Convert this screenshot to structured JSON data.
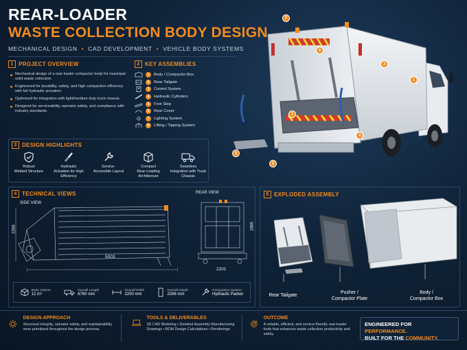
{
  "header": {
    "title_line1": "REAR-LOADER",
    "title_line2": "WASTE COLLECTION BODY DESIGN",
    "tags": [
      "MECHANICAL DESIGN",
      "CAD DEVELOPMENT",
      "VEHICLE BODY SYSTEMS"
    ]
  },
  "overview": {
    "num": "1",
    "title": "PROJECT OVERVIEW",
    "bullets": [
      "Mechanical design of a rear-loader compactor body for municipal solid waste collection.",
      "Engineered for durability, safety, and high compaction efficiency with full hydraulic actuation.",
      "Optimized for integration with light/medium duty truck chassis.",
      "Designed for serviceability, operator safety, and compliance with industry standards."
    ]
  },
  "assemblies": {
    "num": "2",
    "title": "KEY ASSEMBLIES",
    "items": [
      {
        "n": "1",
        "label": "Body / Compactor Box",
        "icon": "box-icon"
      },
      {
        "n": "2",
        "label": "Rear Tailgate",
        "icon": "tailgate-icon"
      },
      {
        "n": "3",
        "label": "Control System",
        "icon": "control-icon"
      },
      {
        "n": "4",
        "label": "Hydraulic Cylinders",
        "icon": "cylinder-icon"
      },
      {
        "n": "5",
        "label": "Foot Step",
        "icon": "step-icon"
      },
      {
        "n": "6",
        "label": "Rear Cover",
        "icon": "cover-icon"
      },
      {
        "n": "7",
        "label": "Lighting System",
        "icon": "light-icon"
      },
      {
        "n": "8",
        "label": "Lifting / Tipping System",
        "icon": "lift-icon"
      }
    ]
  },
  "highlights": {
    "num": "3",
    "title": "DESIGN HIGHLIGHTS",
    "items": [
      {
        "l1": "Robust",
        "l2": "Welded Structure",
        "icon": "shield-check-icon"
      },
      {
        "l1": "Hydraulic",
        "l2": "Actuation for High Efficiency",
        "icon": "hydraulic-icon"
      },
      {
        "l1": "Service-",
        "l2": "Accessible Layout",
        "icon": "wrench-icon"
      },
      {
        "l1": "Compact",
        "l2": "Rear-Loading Architecture",
        "icon": "cube-icon"
      },
      {
        "l1": "Seamless",
        "l2": "Integration with Truck Chassis",
        "icon": "truck-icon"
      }
    ]
  },
  "technical": {
    "num": "4",
    "title": "TECHNICAL VIEWS",
    "side_label": "SIDE VIEW",
    "rear_label": "REAR VIEW",
    "dim_length": "5003",
    "dim_height_side": "2266",
    "dim_height_rear": "1866",
    "dim_width_rear": "2201"
  },
  "specs": [
    {
      "label": "Body Volume",
      "value": "12 m³",
      "icon": "volume-icon"
    },
    {
      "label": "Overall Length",
      "value": "6760 mm",
      "icon": "length-icon"
    },
    {
      "label": "Overall Width",
      "value": "2200 mm",
      "icon": "width-icon"
    },
    {
      "label": "Overall Height",
      "value": "2266 mm",
      "icon": "height-icon"
    },
    {
      "label": "Compaction System",
      "value": "Hydraulic Packer",
      "icon": "compaction-icon"
    }
  ],
  "exploded": {
    "num": "5",
    "title": "EXPLODED ASSEMBLY",
    "parts": [
      {
        "l1": "Rear Tailgate",
        "l2": ""
      },
      {
        "l1": "Pusher /",
        "l2": "Compactor Plate"
      },
      {
        "l1": "Body /",
        "l2": "Compactor Box"
      }
    ]
  },
  "footer": {
    "approach": {
      "title": "DESIGN APPROACH",
      "text": "Structural integrity, operator safety, and maintainability were prioritized throughout the design process."
    },
    "tools": {
      "title": "TOOLS & DELIVERABLES",
      "text": "3D CAD Modeling • Detailed Assembly Manufacturing Drawings • BOM Design Calculations • Renderings"
    },
    "outcome": {
      "title": "OUTCOME",
      "text": "A reliable, efficient, and service-friendly rear-loader body that enhances waste collection productivity and safety."
    },
    "tagline": {
      "l1a": "ENGINEERED FOR ",
      "l1b": "PERFORMANCE.",
      "l2a": "BUILT FOR THE ",
      "l2b": "COMMUNITY."
    }
  },
  "callouts": [
    "1",
    "2",
    "3",
    "4",
    "5",
    "6",
    "7",
    "8"
  ],
  "colors": {
    "accent": "#f28b1e",
    "background": "#0c1a2b"
  }
}
